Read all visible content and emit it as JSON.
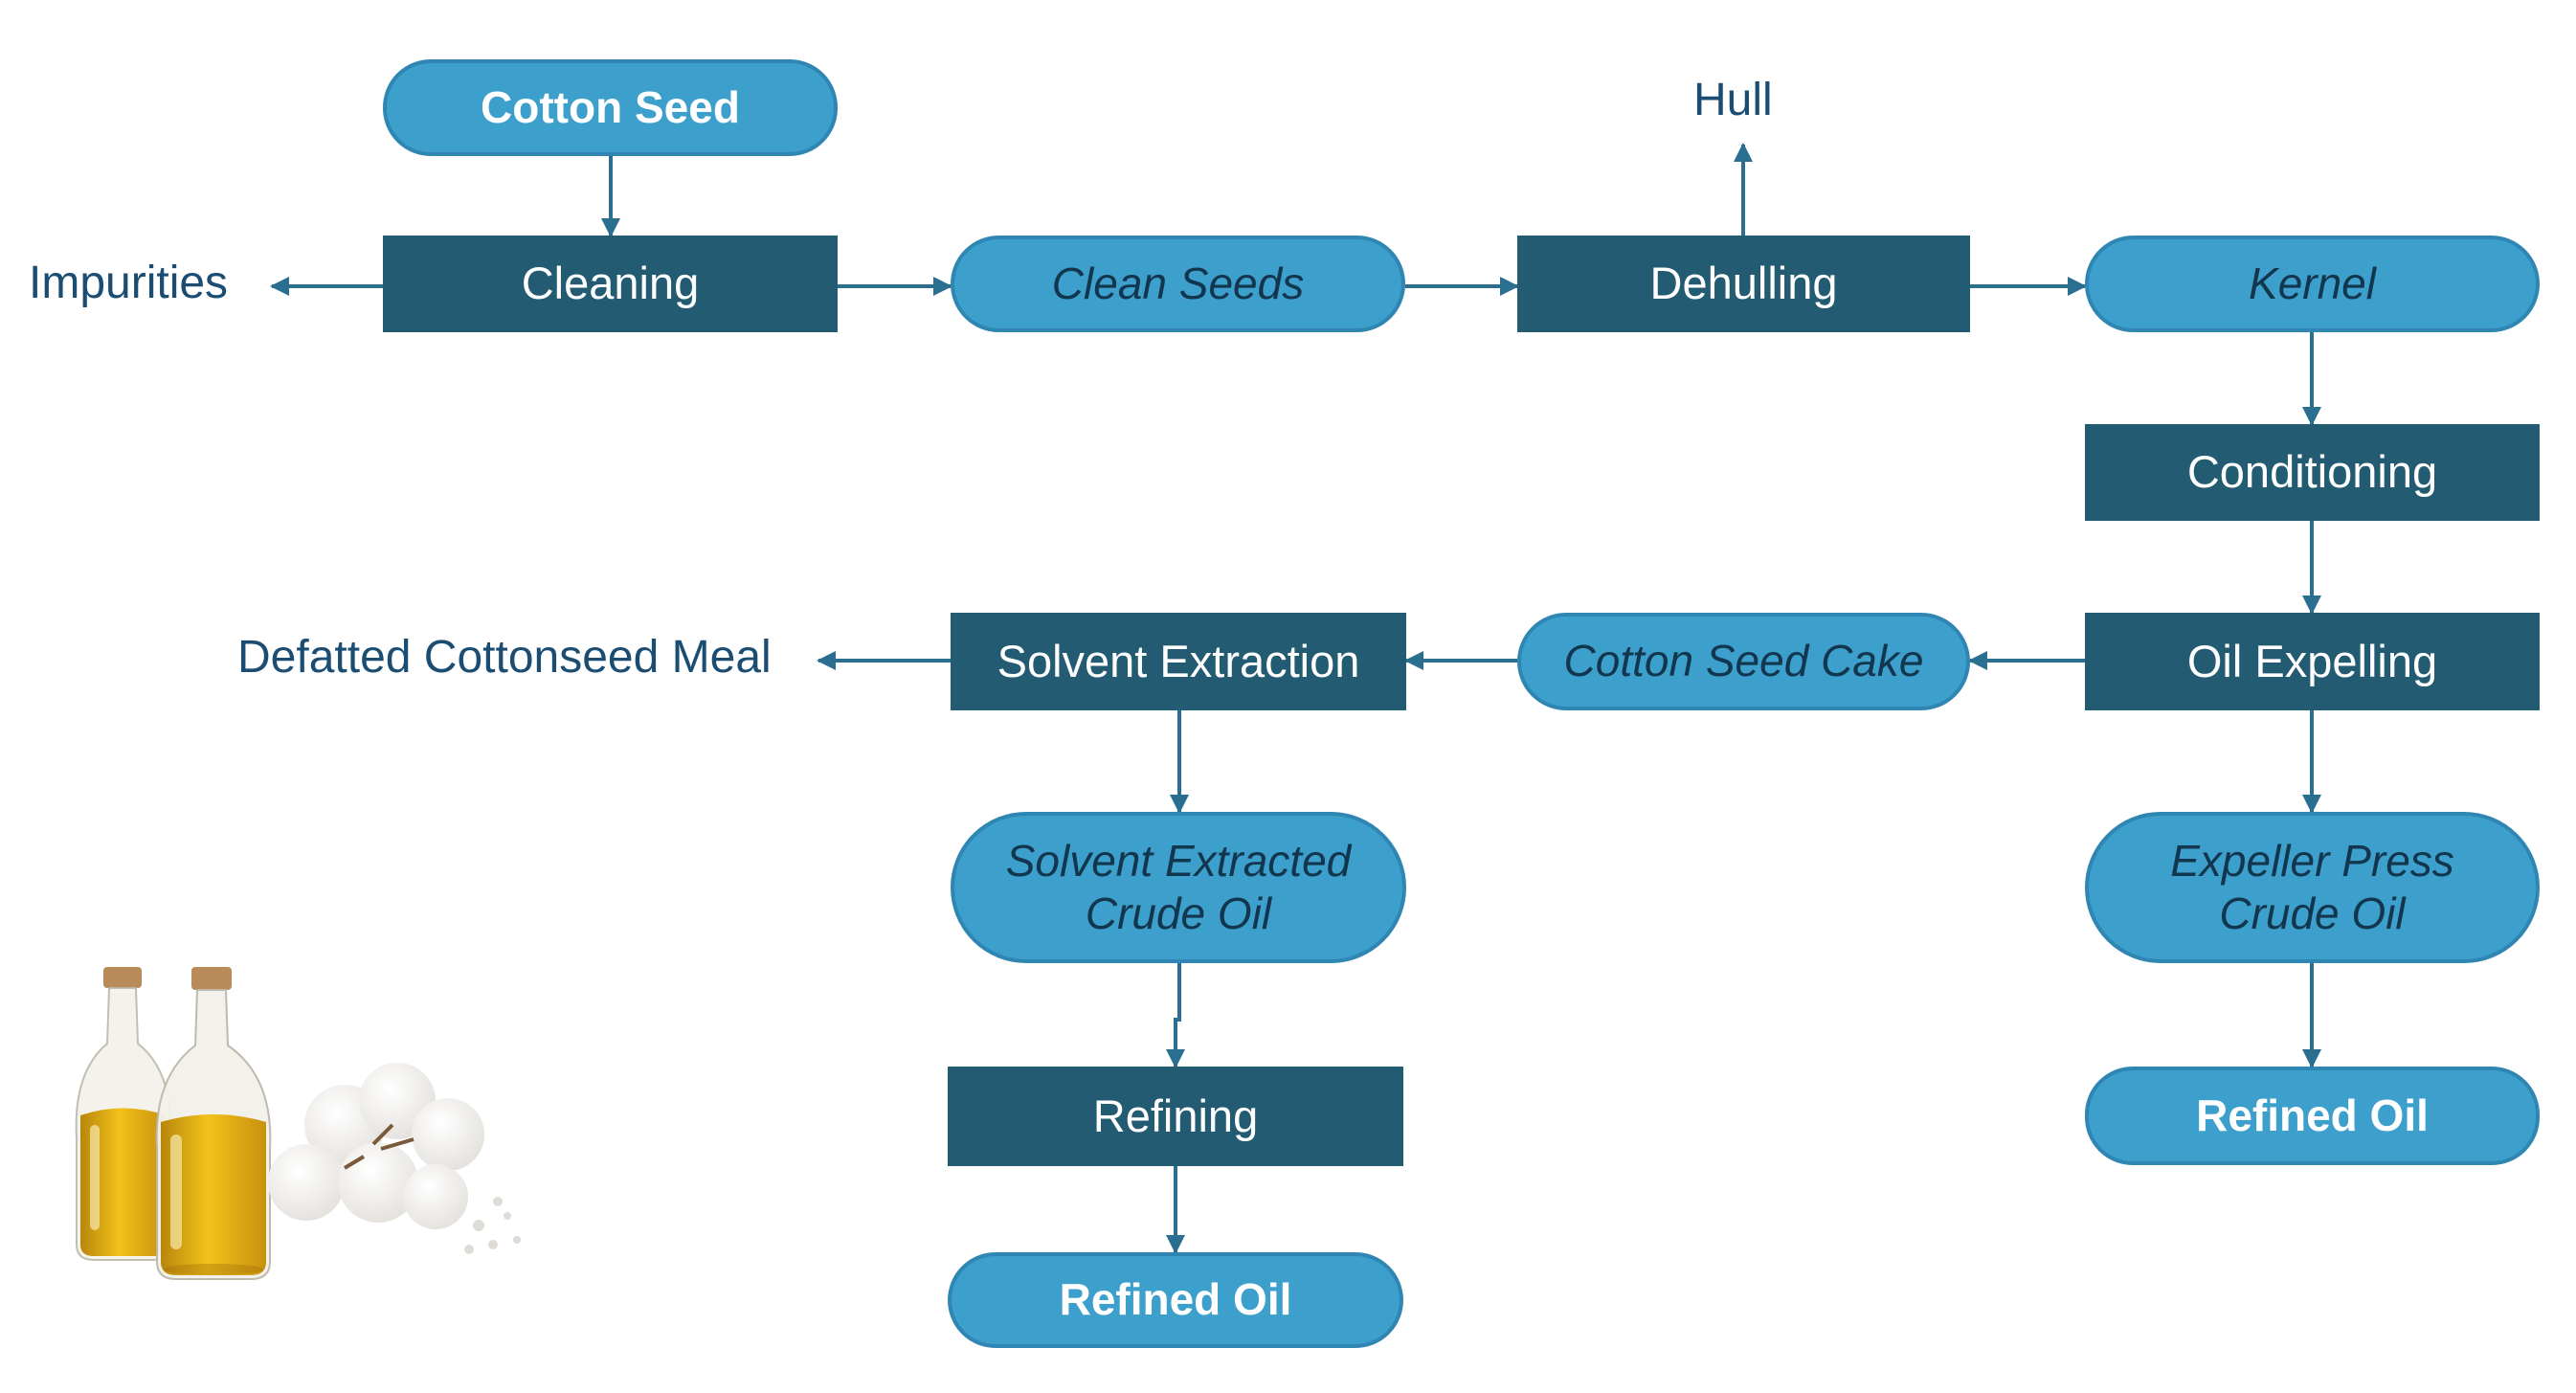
{
  "nodes": {
    "cotton_seed": "Cotton Seed",
    "cleaning": "Cleaning",
    "clean_seeds": "Clean Seeds",
    "dehulling": "Dehulling",
    "kernel": "Kernel",
    "conditioning": "Conditioning",
    "oil_expelling": "Oil Expelling",
    "cotton_seed_cake": "Cotton Seed Cake",
    "solvent_extraction": "Solvent Extraction",
    "solvent_extracted_crude_oil": "Solvent Extracted\nCrude Oil",
    "expeller_press_crude_oil": "Expeller Press\nCrude Oil",
    "refining": "Refining",
    "refined_oil_left": "Refined Oil",
    "refined_oil_right": "Refined Oil"
  },
  "outputs": {
    "impurities": "Impurities",
    "hull": "Hull",
    "defatted_meal": "Defatted Cottonseed Meal"
  },
  "colors": {
    "process_box": "#235c72",
    "material_pill": "#3d9fcb",
    "arrow": "#2a6f90",
    "label_text": "#1b4d73"
  },
  "illustration": {
    "icons": [
      "oil-bottle-icon",
      "oil-bottle-icon",
      "cotton-boll-icon"
    ]
  }
}
